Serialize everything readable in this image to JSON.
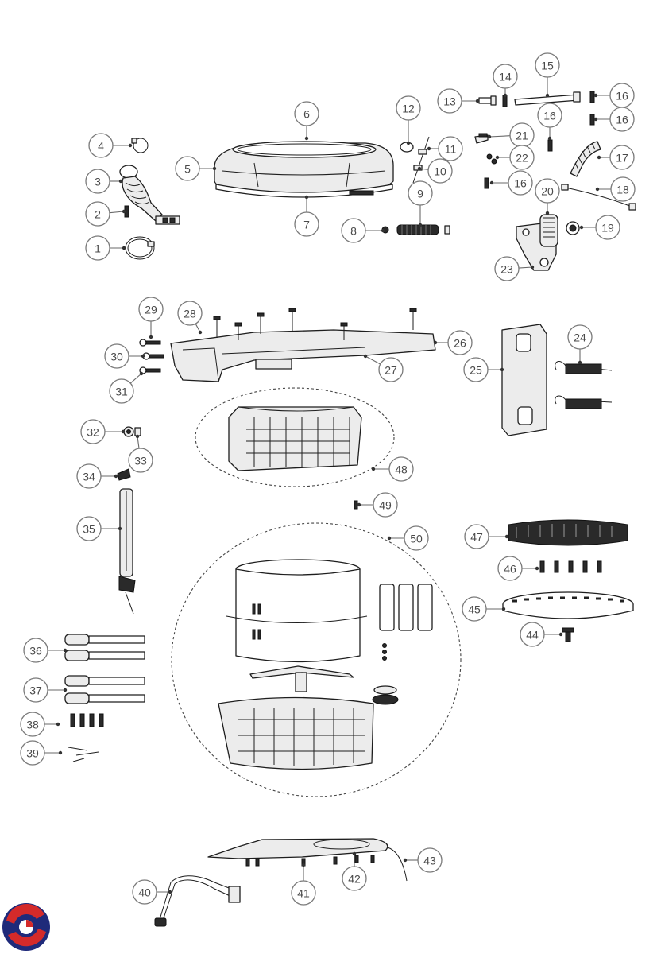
{
  "diagram": {
    "callouts": [
      "1",
      "2",
      "3",
      "4",
      "5",
      "6",
      "7",
      "8",
      "9",
      "10",
      "11",
      "12",
      "13",
      "14",
      "15",
      "16",
      "17",
      "18",
      "19",
      "20",
      "21",
      "22",
      "23",
      "24",
      "25",
      "26",
      "27",
      "28",
      "29",
      "30",
      "31",
      "32",
      "33",
      "34",
      "35",
      "36",
      "37",
      "38",
      "39",
      "40",
      "41",
      "42",
      "43",
      "44",
      "45",
      "46",
      "47",
      "48",
      "49",
      "50"
    ],
    "logo": "brand-logo"
  }
}
